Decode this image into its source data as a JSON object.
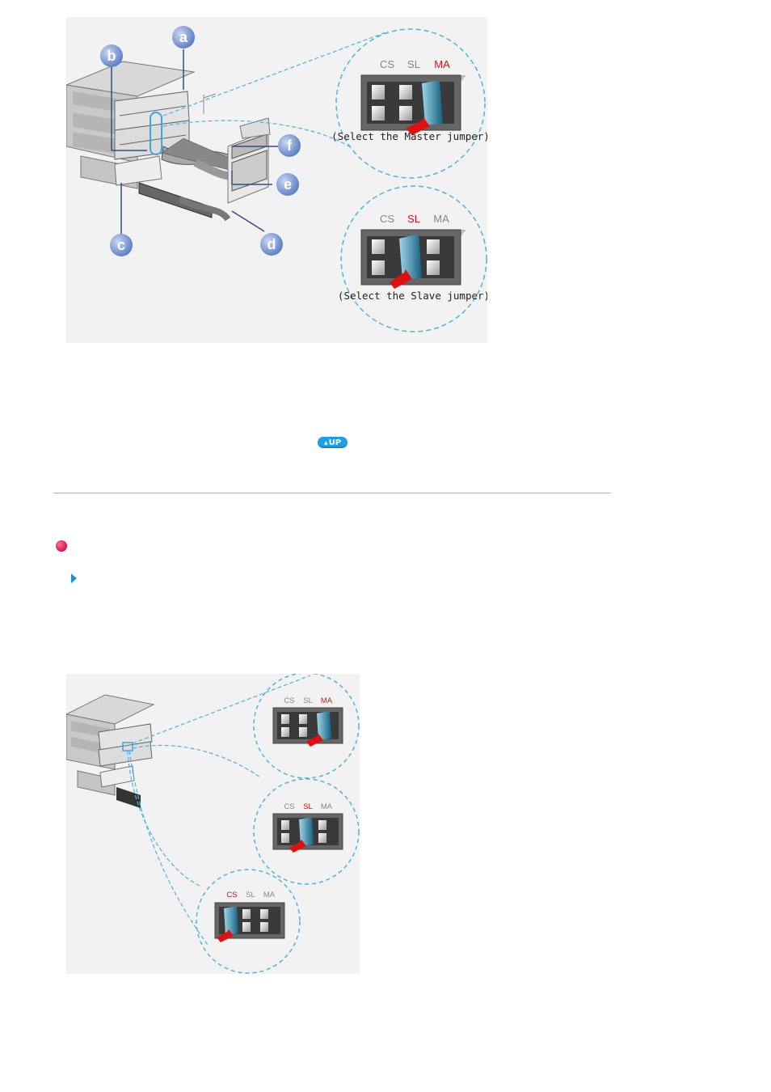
{
  "figure1": {
    "callouts": [
      "a",
      "b",
      "c",
      "d",
      "e",
      "f"
    ],
    "master_jumper": {
      "labels": [
        "CS",
        "SL",
        "MA"
      ],
      "highlighted": "MA",
      "caption": "(Select the Master jumper)"
    },
    "slave_jumper": {
      "labels": [
        "CS",
        "SL",
        "MA"
      ],
      "highlighted": "SL",
      "caption": "(Select the Slave jumper)"
    }
  },
  "up_button": {
    "label": "UP",
    "icon": "triangle-up-icon"
  },
  "figure2": {
    "master_jumper": {
      "labels": [
        "CS",
        "SL",
        "MA"
      ],
      "highlighted": "MA"
    },
    "slave_jumper": {
      "labels": [
        "CS",
        "SL",
        "MA"
      ],
      "highlighted": "SL"
    },
    "cable_select_jumper": {
      "labels": [
        "CS",
        "SL",
        "MA"
      ],
      "highlighted": "CS"
    }
  },
  "colors": {
    "dashed_circle": "#4db3e6",
    "callout_circle": "#6f8fcf",
    "highlight_label": "#e01010",
    "jumper_cap": "#1e7fa6",
    "bullet": "#e0124a",
    "arrow_marker": "#1a8fd8"
  }
}
